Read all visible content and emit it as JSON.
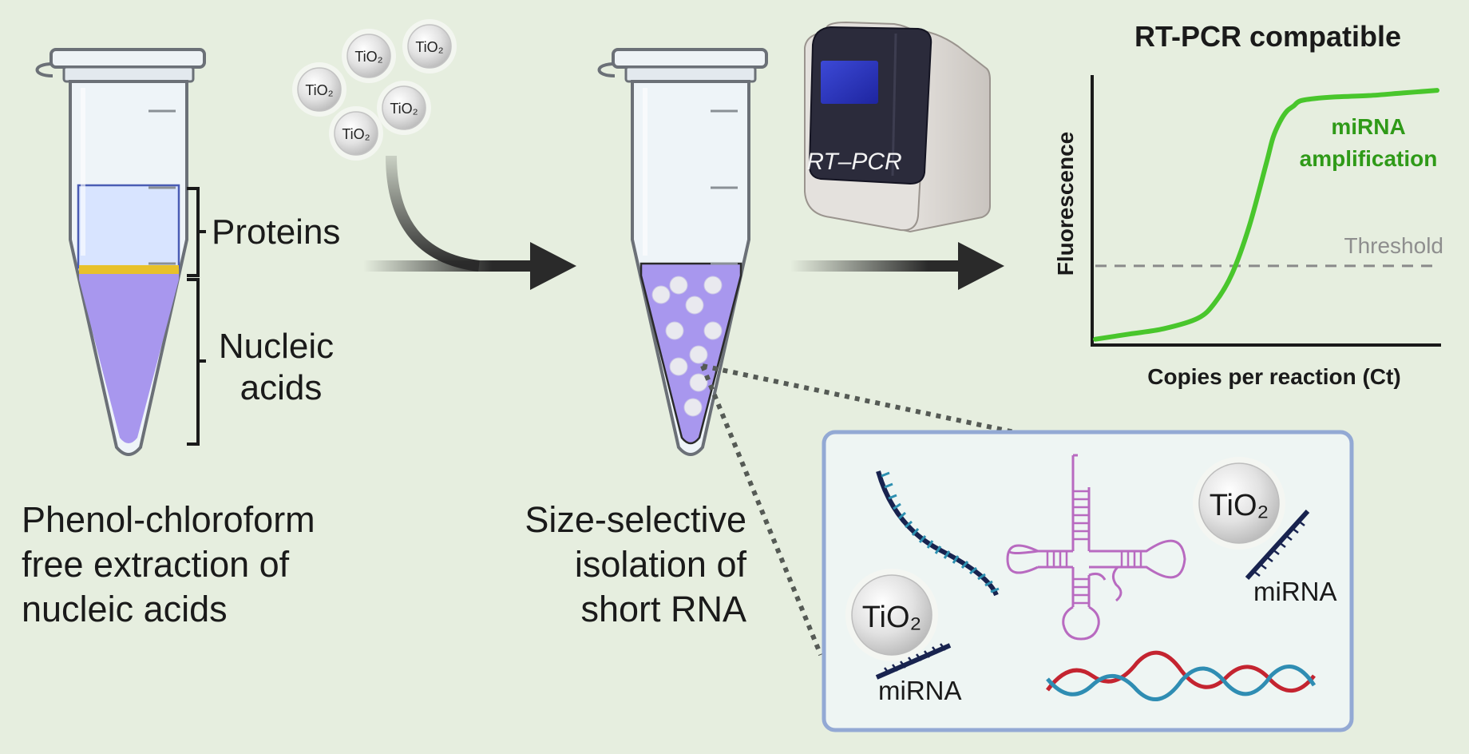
{
  "step1": {
    "caption_lines": [
      "Phenol-chloroform",
      "free extraction of",
      "nucleic acids"
    ],
    "layer_labels": {
      "proteins": "Proteins",
      "nucleic_line1": "Nucleic",
      "nucleic_line2": "acids"
    }
  },
  "beads": {
    "label": "TiO₂"
  },
  "step2": {
    "caption_lines": [
      "Size-selective",
      "isolation of",
      "short RNA"
    ]
  },
  "instrument": {
    "label": "RT–PCR"
  },
  "chart_data": {
    "type": "line",
    "title": "RT-PCR compatible",
    "xlabel": "Copies per reaction (Ct)",
    "ylabel": "Fluorescence",
    "series": [
      {
        "name": "miRNA amplification",
        "x": [
          0,
          0.1,
          0.2,
          0.3,
          0.35,
          0.4,
          0.45,
          0.5,
          0.52,
          0.54,
          0.56,
          0.58,
          0.6,
          0.65,
          0.7,
          0.8,
          0.9,
          1.0
        ],
        "y": [
          0.01,
          0.03,
          0.05,
          0.09,
          0.15,
          0.26,
          0.44,
          0.68,
          0.78,
          0.84,
          0.88,
          0.9,
          0.92,
          0.93,
          0.935,
          0.94,
          0.95,
          0.96
        ]
      }
    ],
    "threshold": {
      "label": "Threshold",
      "y": 0.29
    },
    "xlim": [
      0,
      1
    ],
    "ylim": [
      0,
      1
    ],
    "grid": false,
    "colors": {
      "series": "#49c62c",
      "threshold": "#8a8a8a",
      "axes": "#1a1a1a",
      "series_label": "#2f9a18"
    },
    "series_label_lines": [
      "miRNA",
      "amplification"
    ]
  },
  "inset": {
    "mirna_label_left": "miRNA",
    "mirna_label_right": "miRNA"
  },
  "colors": {
    "background": "#e6eedf",
    "purple_layer": "#a897ee",
    "protein_layer": "#d8e4ff",
    "interface": "#e8c12a",
    "inset_border": "#93a9d4",
    "trna": "#b86ac0"
  }
}
